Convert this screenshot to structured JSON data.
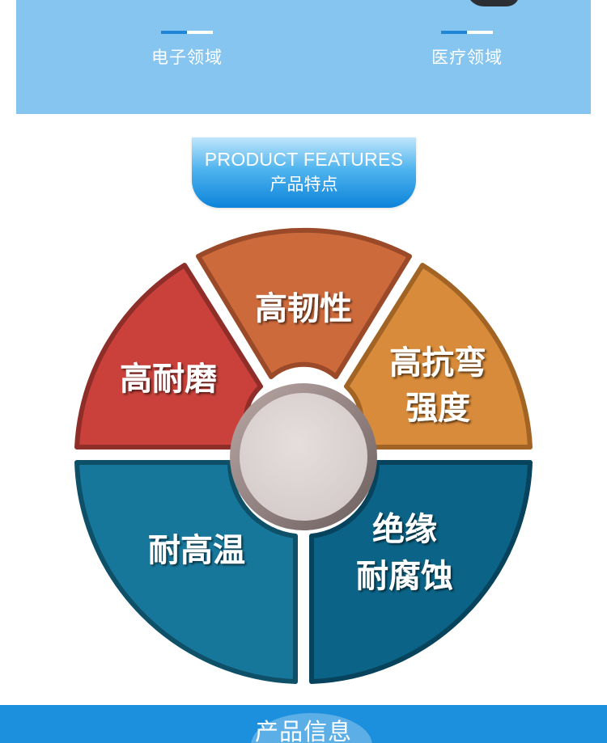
{
  "applications": [
    {
      "label": "电子领域"
    },
    {
      "label": "医疗领域"
    }
  ],
  "features_header": {
    "title_en": "PRODUCT FEATURES",
    "title_cn": "产品特点"
  },
  "features": [
    {
      "lines": [
        "高耐磨"
      ],
      "color": "#c9413a"
    },
    {
      "lines": [
        "高韧性"
      ],
      "color": "#cd6a3c"
    },
    {
      "lines": [
        "高抗弯",
        "强度"
      ],
      "color": "#d88b3a"
    },
    {
      "lines": [
        "耐高温"
      ],
      "color": "#17779b"
    },
    {
      "lines": [
        "绝缘",
        "耐腐蚀"
      ],
      "color": "#0b6487"
    }
  ],
  "product_info": {
    "title": "产品信息"
  }
}
